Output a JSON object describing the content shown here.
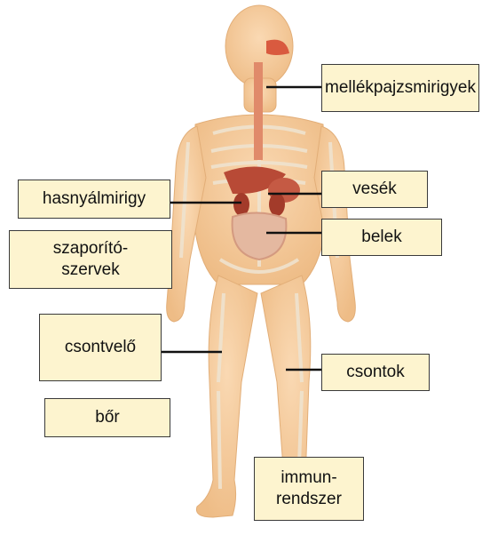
{
  "labels": {
    "mellekpajzsmirigyek": "mellékpajzsmirigyek",
    "vesek": "vesék",
    "hasnyalmirigy": "hasnyálmirigy",
    "belek": "belek",
    "szaporitoszervek": "szaporító-\nszervek",
    "csontvelo": "csontvelő",
    "csontok": "csontok",
    "bor": "bőr",
    "immunrendszer": "immun-\nrendszer"
  },
  "colors": {
    "label_fill": "#fdf4cf",
    "label_border": "#3a3a3a",
    "skin": "#f6c999",
    "bone": "#f2eadc",
    "organ_red": "#c5412e",
    "organ_dark": "#a33b2a"
  },
  "icons": {
    "body": "human-body-anatomy-illustration"
  }
}
